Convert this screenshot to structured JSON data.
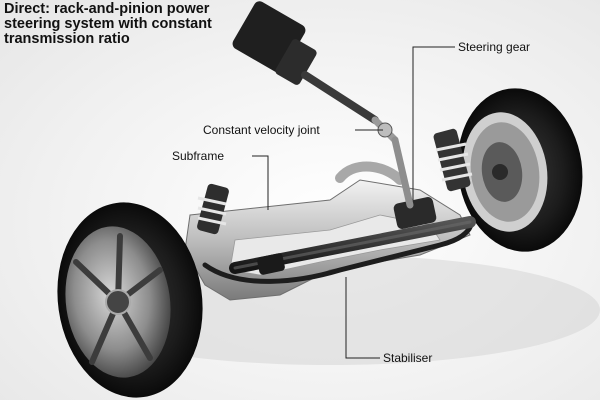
{
  "title": {
    "line1": "Direct: rack-and-pinion power",
    "line2": "steering system with constant",
    "line3": "transmission ratio"
  },
  "callouts": {
    "steering_gear": "Steering gear",
    "cv_joint": "Constant velocity joint",
    "subframe": "Subframe",
    "stabiliser": "Stabiliser"
  }
}
